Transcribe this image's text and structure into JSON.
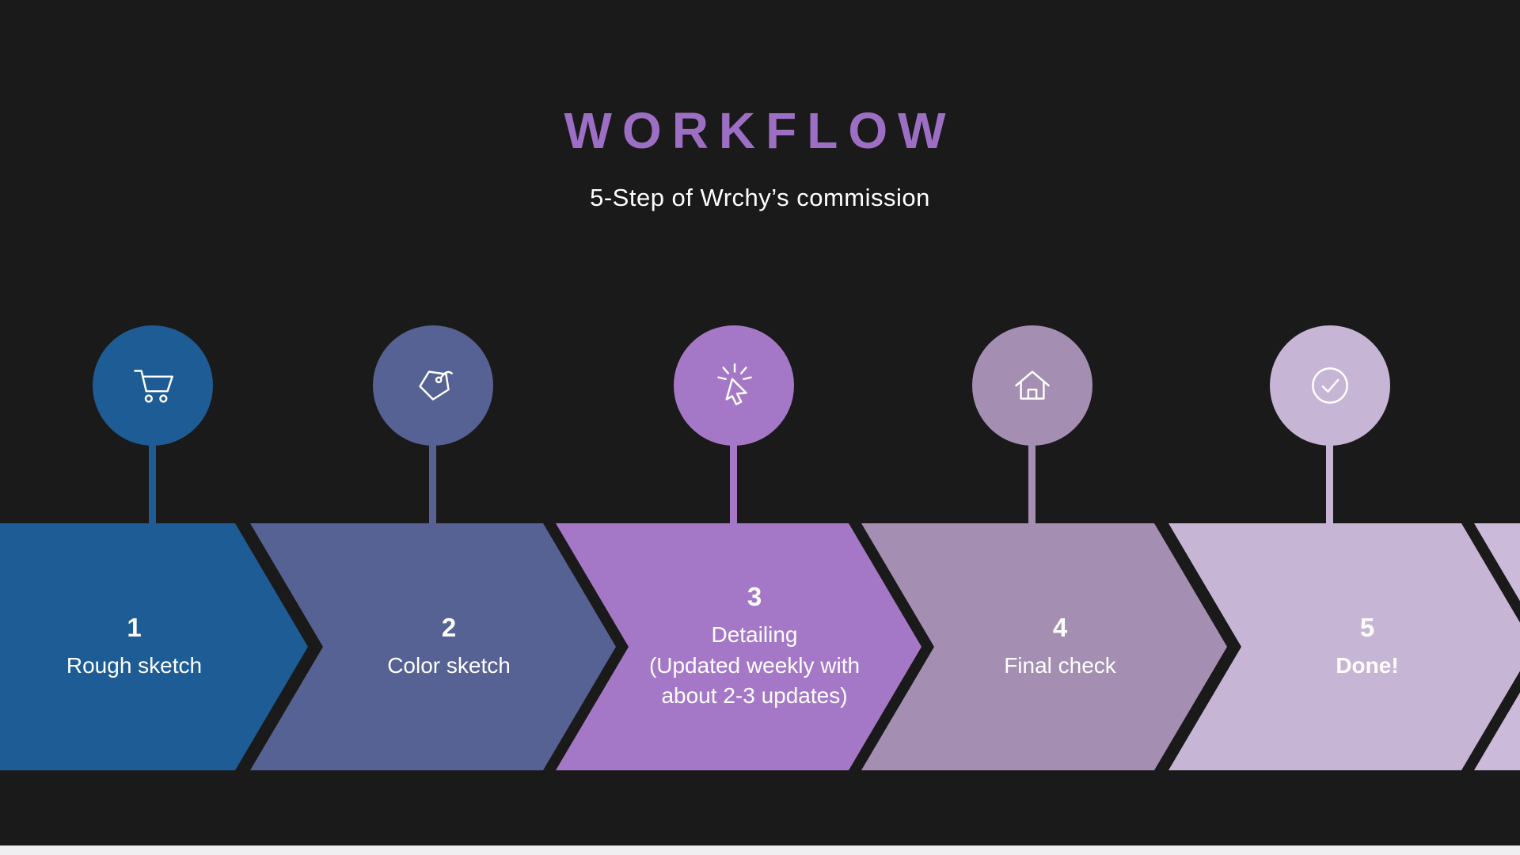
{
  "background_color": "#1b1a1a",
  "footer_strip_color": "#efeef1",
  "header": {
    "title": "WORKFLOW",
    "title_color": "#9c6fc4",
    "subtitle": "5-Step of Wrchy’s commission"
  },
  "steps": [
    {
      "number": "1",
      "lines": [
        "Rough sketch"
      ],
      "icon": "shopping-cart-icon",
      "color": "#1e5c95"
    },
    {
      "number": "2",
      "lines": [
        "Color sketch"
      ],
      "icon": "price-tag-icon",
      "color": "#566293"
    },
    {
      "number": "3",
      "lines": [
        "Detailing",
        "(Updated weekly with",
        "about 2-3 updates)"
      ],
      "icon": "cursor-click-icon",
      "color": "#a578c7"
    },
    {
      "number": "4",
      "lines": [
        "Final check"
      ],
      "icon": "home-icon",
      "color": "#a48fb3"
    },
    {
      "number": "5",
      "lines": [
        "Done!"
      ],
      "icon": "check-circle-icon",
      "color": "#c7b5d6"
    }
  ],
  "extra_chevron_color": "#cbbad9",
  "text_color": "#ffffff"
}
